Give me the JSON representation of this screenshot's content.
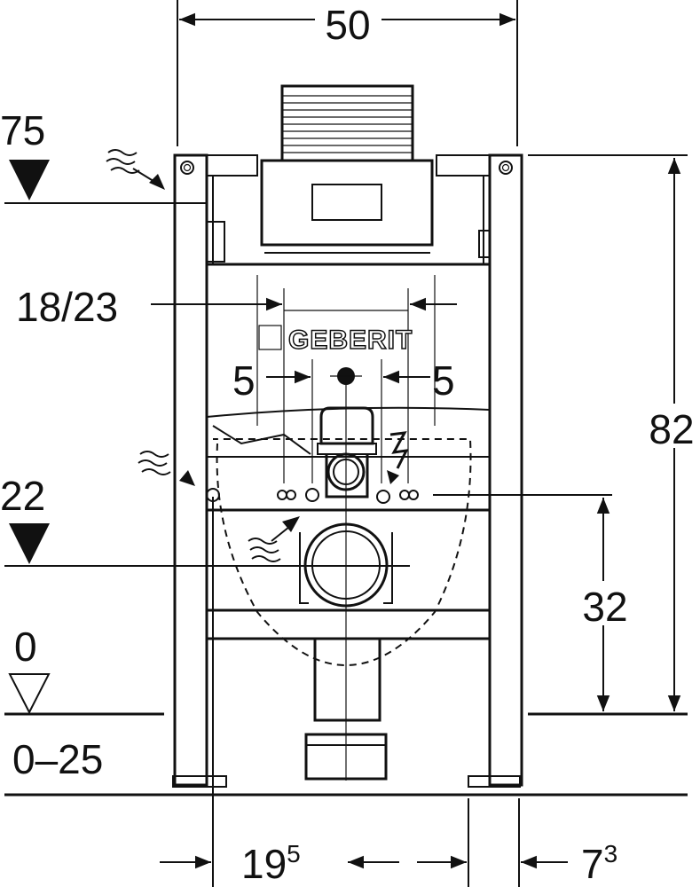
{
  "title": "Geberit installation element dimension drawing",
  "logo": "GEBERIT",
  "dimensions": {
    "width": "50",
    "actuator_height": "75",
    "actuator_offset": "18/23",
    "left_offset": "5",
    "right_offset": "5",
    "total_height": "82",
    "pipe_height": "22",
    "connection_height": "32",
    "floor_level": "0",
    "adjustment_range": "0–25",
    "left_depth_main": "19",
    "left_depth_sup": "5",
    "right_depth_main": "7",
    "right_depth_sup": "3"
  },
  "colors": {
    "line": "#111111",
    "background": "#ffffff"
  }
}
